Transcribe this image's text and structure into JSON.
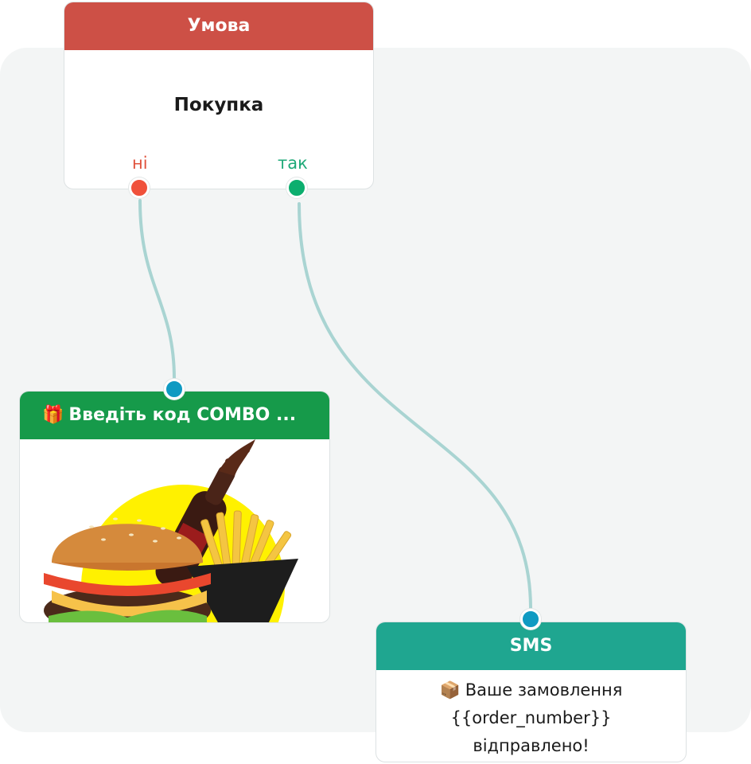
{
  "condition_node": {
    "header": "Умова",
    "title": "Покупка",
    "branch_no": "ні",
    "branch_yes": "так",
    "color": "#cd5046"
  },
  "promo_node": {
    "icon": "gift-icon",
    "header": "Введіть код COMBO ...",
    "color": "#169a4a"
  },
  "sms_node": {
    "header": "SMS",
    "icon": "package-icon",
    "message_line1": "Ваше замовлення",
    "message_line2": "{{order_number}}",
    "message_line3": "відправлено!",
    "color": "#1fa690"
  },
  "colors": {
    "connector": "#a9d4d2",
    "port_no": "#f0513b",
    "port_yes": "#0cae6e",
    "port_input": "#0f9ac2"
  }
}
